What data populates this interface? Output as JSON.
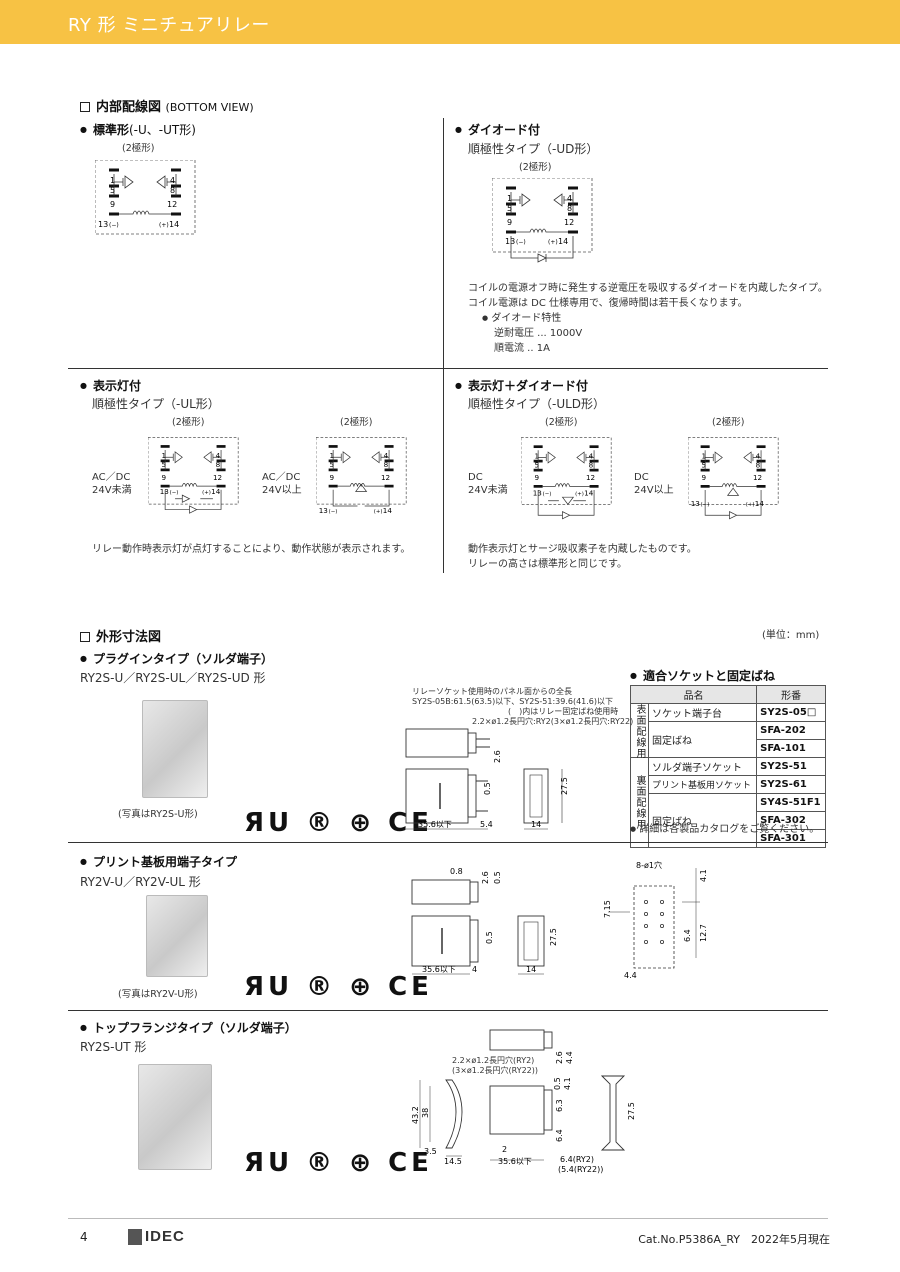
{
  "header": {
    "title": "RY 形 ミニチュアリレー"
  },
  "wiring": {
    "title": "内部配線図",
    "title_note": "(BOTTOM VIEW)",
    "standard": {
      "title": "標準形",
      "suffix": "(-U、-UT形)",
      "poles": "(2極形)"
    },
    "diode": {
      "title": "ダイオード付",
      "type": "順極性タイプ（-UD形）",
      "poles": "(2極形)",
      "desc1": "コイルの電源オフ時に発生する逆電圧を吸収するダイオードを内蔵したタイプ。",
      "desc2": "コイル電源は DC 仕様専用で、復帰時間は若干長くなります。",
      "char_title": "ダイオード特性",
      "char1": "逆耐電圧 ... 1000V",
      "char2": "順電流 .. 1A"
    },
    "lamp": {
      "title": "表示灯付",
      "type": "順極性タイプ（-UL形）",
      "poles": "(2極形)",
      "label_a": "AC／DC",
      "label_a2": "24V未満",
      "label_b": "AC／DC",
      "label_b2": "24V以上",
      "desc": "リレー動作時表示灯が点灯することにより、動作状態が表示されます。"
    },
    "lamp_diode": {
      "title": "表示灯＋ダイオード付",
      "type": "順極性タイプ（-ULD形）",
      "poles": "(2極形)",
      "label_a": "DC",
      "label_a2": "24V未満",
      "label_b": "DC",
      "label_b2": "24V以上",
      "desc1": "動作表示灯とサージ吸収素子を内蔵したものです。",
      "desc2": "リレーの高さは標準形と同じです。"
    },
    "pins": {
      "p1": "1",
      "p4": "4",
      "p5": "5",
      "p8": "8",
      "p9": "9",
      "p12": "12",
      "p13": "13",
      "p14": "14",
      "minus": "(−)",
      "plus": "(+)"
    }
  },
  "dims": {
    "title": "外形寸法図",
    "unit": "(単位：mm)",
    "plugin": {
      "title": "プラグインタイプ（ソルダ端子）",
      "models": "RY2S-U／RY2S-UL／RY2S-UD 形",
      "photo_note": "(写真はRY2S-U形)",
      "panel1": "リレーソケット使用時のパネル面からの全長",
      "panel2": "SY2S-05B:61.5(63.5)以下、SY2S-51:39.6(41.6)以下",
      "panel3": "(　)内はリレー固定ばね使用時",
      "hole": "2.2×ø1.2長円穴:RY2(3×ø1.2長円穴:RY22)",
      "d1": "35.6以下",
      "d2": "5.4",
      "d3": "14",
      "d4": "27.5",
      "d5": "2.6",
      "d6": "0.5"
    },
    "pcb": {
      "title": "プリント基板用端子タイプ",
      "models": "RY2V-U／RY2V-UL 形",
      "photo_note": "(写真はRY2V-U形)",
      "d1": "35.6以下",
      "d2": "4",
      "d3": "14",
      "d4": "27.5",
      "d5": "0.5",
      "d6": "0.8",
      "d7": "2.6",
      "d8": "0.5",
      "holes": "8-ø1穴",
      "h1": "4.1",
      "h2": "7.15",
      "h3": "6.4",
      "h4": "12.7",
      "h5": "4.4"
    },
    "flange": {
      "title": "トップフランジタイプ（ソルダ端子）",
      "models": "RY2S-UT 形",
      "hole1": "2.2×ø1.2長円穴(RY2)",
      "hole2": "(3×ø1.2長円穴(RY22))",
      "d1": "43.2",
      "d2": "38",
      "d3": "3.5",
      "d4": "14.5",
      "d5": "2",
      "d6": "35.6以下",
      "d7": "6.4(RY2)",
      "d8": "(5.4(RY22))",
      "d9": "2.6",
      "d10": "4.4",
      "d11": "0.5",
      "d12": "4.1",
      "d13": "6.3",
      "d14": "6.4",
      "d15": "27.5"
    },
    "cert": {
      "marks": "ЯU  ® ⊕ CE"
    }
  },
  "socket": {
    "title": "適合ソケットと固定ばね",
    "col_name": "品名",
    "col_model": "形番",
    "grp_front": "表面配線用",
    "grp_back": "裏面配線用",
    "rows": [
      {
        "name": "ソケット端子台",
        "model": "SY2S-05□"
      },
      {
        "name": "固定ばね",
        "model": "SFA-202"
      },
      {
        "name": "",
        "model": "SFA-101"
      },
      {
        "name": "ソルダ端子ソケット",
        "model": "SY2S-51"
      },
      {
        "name": "プリント基板用ソケット",
        "model": "SY2S-61"
      },
      {
        "name": "固定ばね",
        "model": "SY4S-51F1"
      },
      {
        "name": "",
        "model": "SFA-302"
      },
      {
        "name": "",
        "model": "SFA-301"
      }
    ],
    "note": "詳細は各製品カタログをご覧ください。"
  },
  "footer": {
    "page": "4",
    "brand": "IDEC",
    "catalog": "Cat.No.P5386A_RY　2022年5月現在"
  }
}
